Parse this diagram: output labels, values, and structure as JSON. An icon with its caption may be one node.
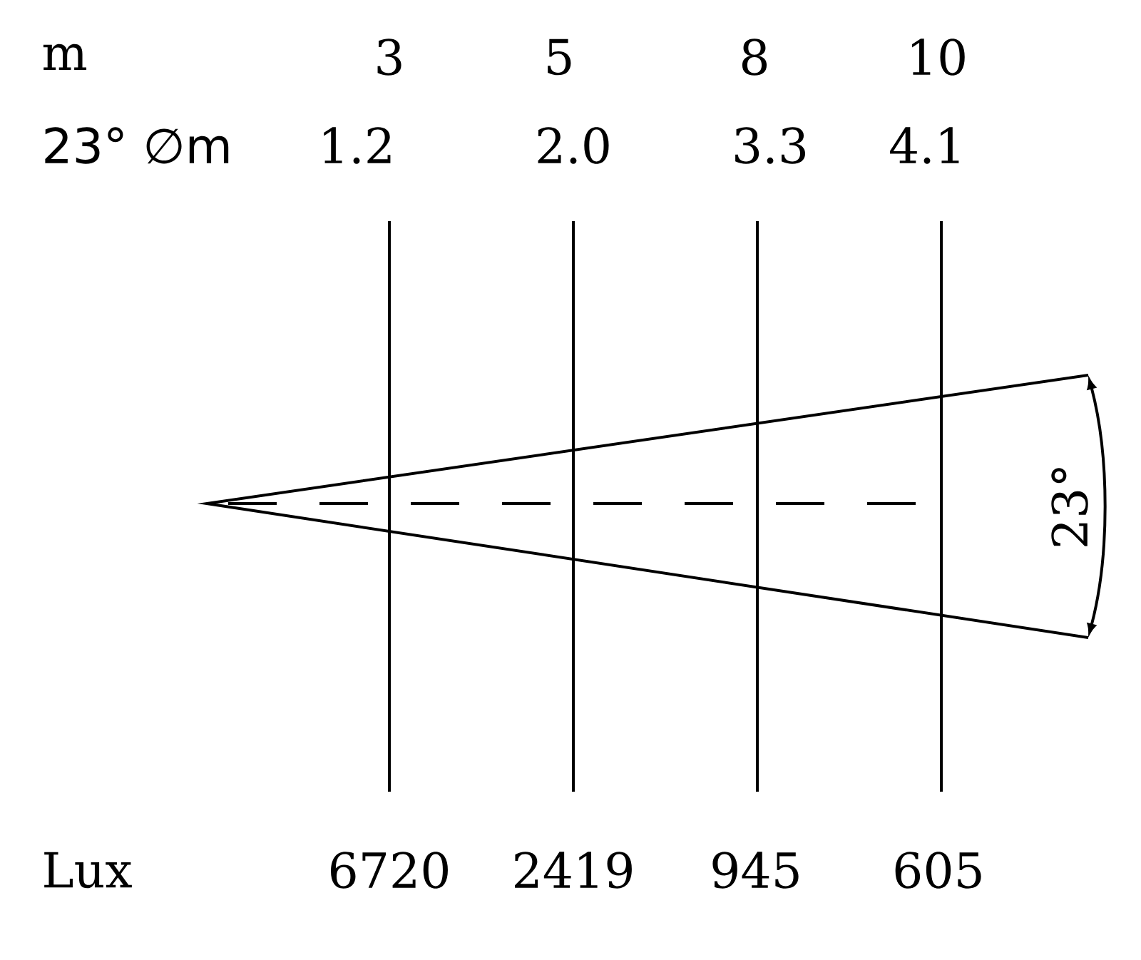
{
  "diagram": {
    "labels": [
      "m",
      "3",
      "5",
      "8",
      "10",
      "23° ∅m",
      "1.2",
      "2.0",
      "3.3",
      "4.1",
      "23°",
      "Lux",
      "6720",
      "2419",
      "945",
      "605"
    ]
  }
}
